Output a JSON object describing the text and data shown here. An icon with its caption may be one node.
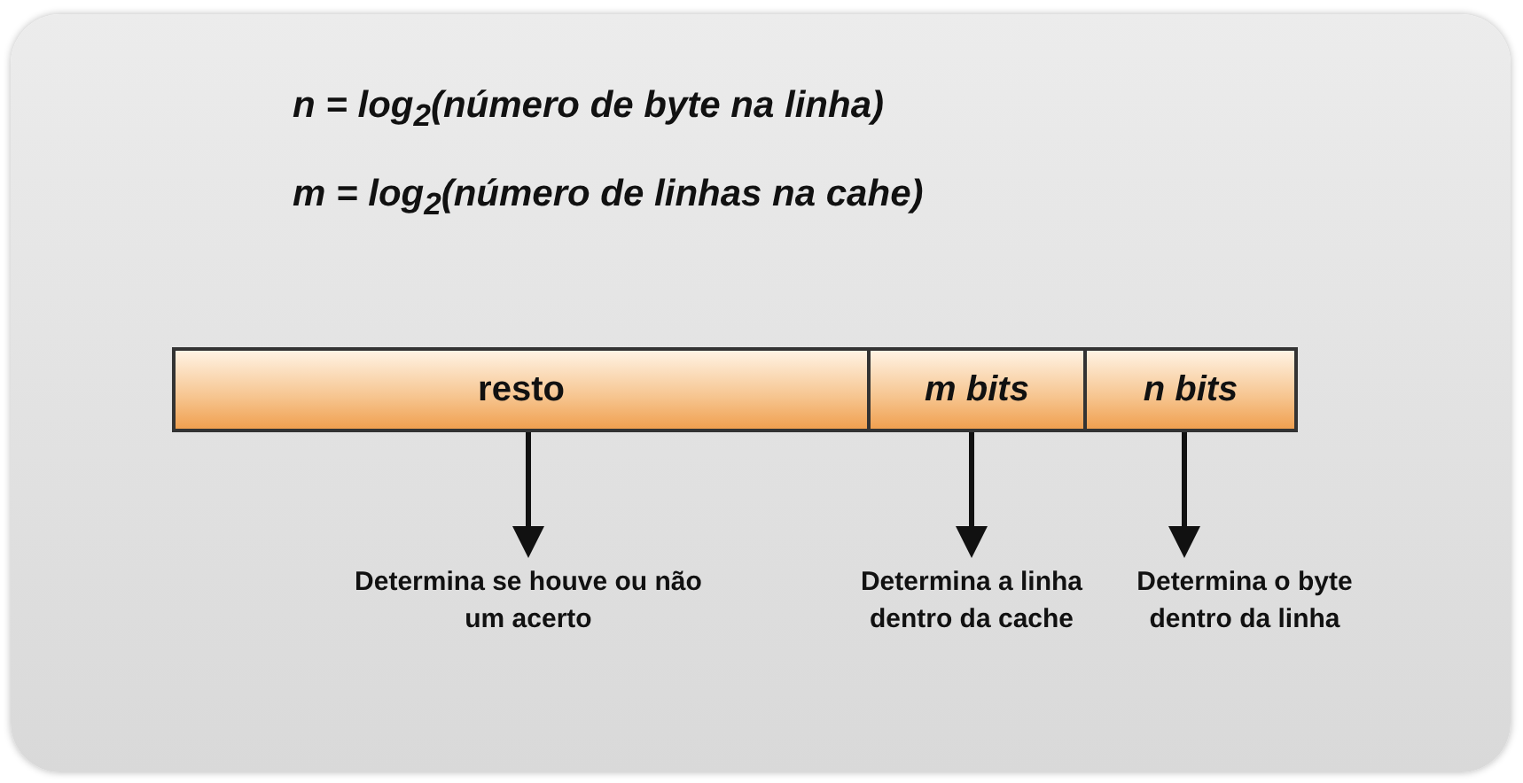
{
  "diagram": {
    "nodes": [
      {
        "text": [
          "resto"
        ]
      },
      {
        "text": [
          "m bits"
        ]
      },
      {
        "text": [
          "n bits"
        ]
      },
      {
        "text": [
          "Determina se houve ou não um acerto"
        ]
      },
      {
        "text": [
          "Determina a linha dentro da cache"
        ]
      },
      {
        "text": [
          "Determina o byte dentro da linha"
        ]
      }
    ],
    "edges": [
      {
        "from": 0,
        "to": 3,
        "arrow": "to"
      },
      {
        "from": 1,
        "to": 4,
        "arrow": "to"
      },
      {
        "from": 2,
        "to": 5,
        "arrow": "to"
      }
    ],
    "labels": [
      "n = log$_{2}$(número de byte na linha)",
      "m = log$_{2}$(número de linhas na cahe)"
    ]
  }
}
